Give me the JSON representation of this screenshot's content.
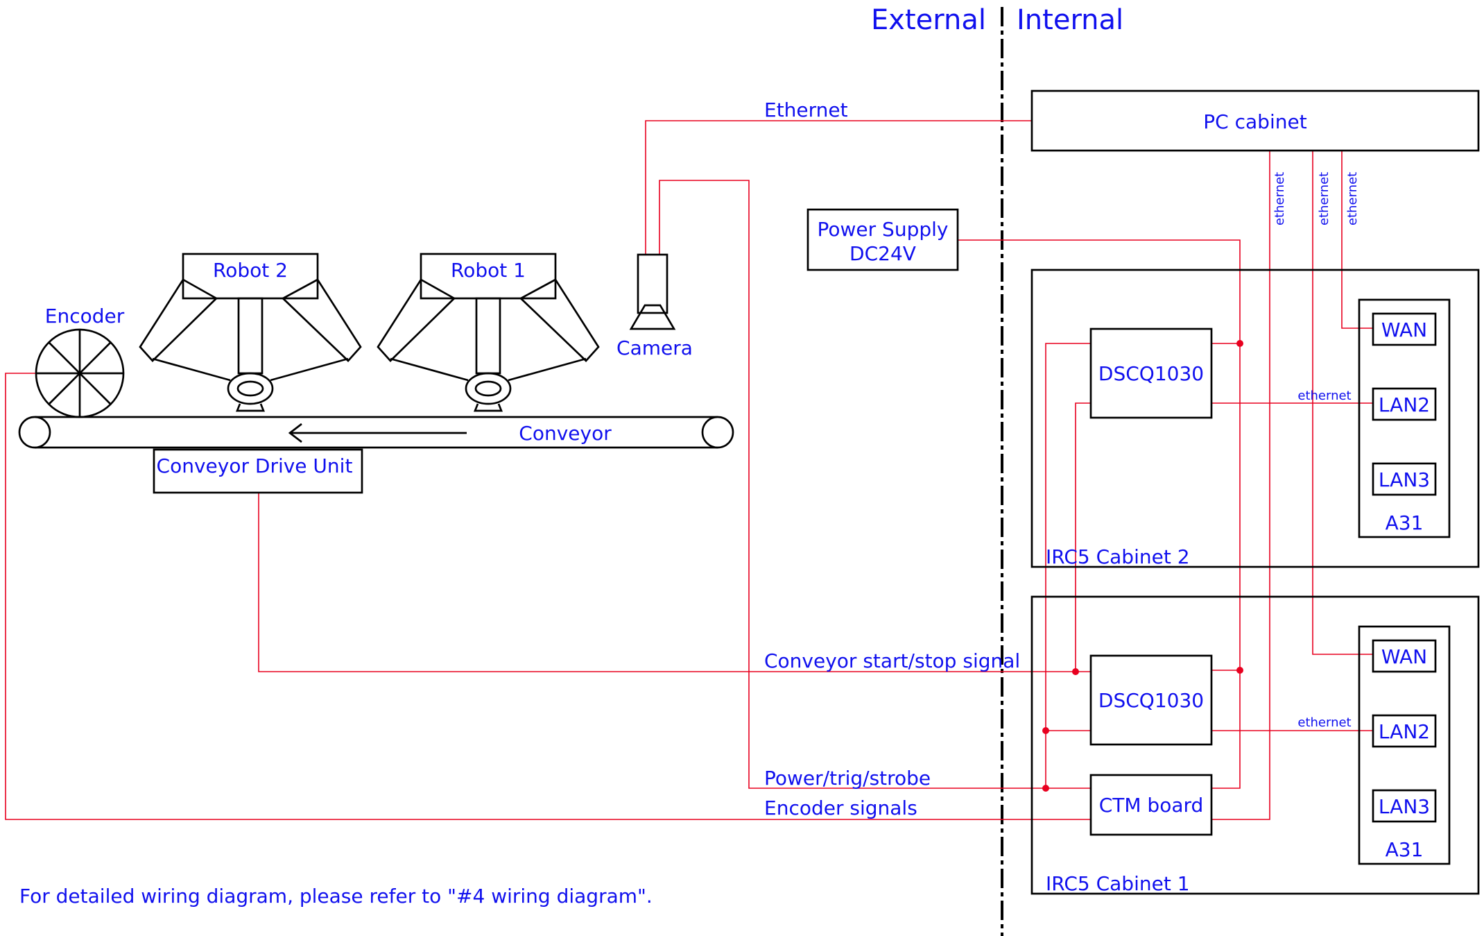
{
  "sides": {
    "external": "External",
    "internal": "Internal"
  },
  "devices": {
    "encoder": "Encoder",
    "robot2": "Robot 2",
    "robot1": "Robot 1",
    "camera": "Camera",
    "conveyor": "Conveyor",
    "drive_unit": "Conveyor Drive Unit",
    "power_line1": "Power Supply",
    "power_line2": "DC24V",
    "pc": "PC cabinet"
  },
  "cabinet2": {
    "title": "IRC5 Cabinet 2",
    "dscq": "DSCQ1030",
    "wan": "WAN",
    "lan2": "LAN2",
    "lan3": "LAN3",
    "a31": "A31"
  },
  "cabinet1": {
    "title": "IRC5 Cabinet 1",
    "dscq": "DSCQ1030",
    "ctm": "CTM board",
    "wan": "WAN",
    "lan2": "LAN2",
    "lan3": "LAN3",
    "a31": "A31"
  },
  "signals": {
    "ethernet": "Ethernet",
    "conveyor_signal": "Conveyor start/stop signal",
    "power_trig": "Power/trig/strobe",
    "encoder_signals": "Encoder signals",
    "eth_small_1": "ethernet",
    "eth_small_2": "ethernet",
    "eth_small_3": "ethernet",
    "eth_lan2_c2": "ethernet",
    "eth_lan2_c1": "ethernet"
  },
  "footnote": "For detailed wiring diagram, please refer to \"#4 wiring diagram\"."
}
